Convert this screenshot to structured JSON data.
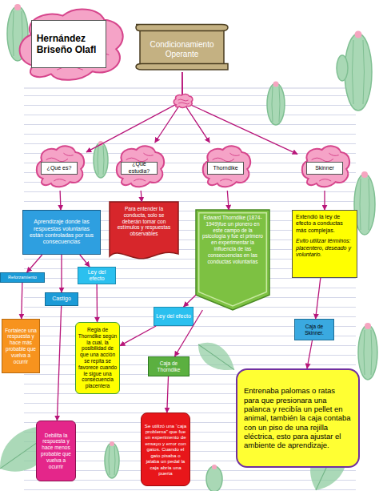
{
  "diagram": {
    "nodes": [
      {
        "text": [
          "Hernández Briseño Olafl"
        ]
      },
      {
        "text": [
          "Condicionamiento Operante"
        ]
      },
      {
        "text": [
          "¿Qué es?"
        ]
      },
      {
        "text": [
          "¿Qué estudia?"
        ]
      },
      {
        "text": [
          "Thorndike"
        ]
      },
      {
        "text": [
          "Skinner"
        ]
      },
      {
        "text": [
          "Aprendizaje donde las respuestas voluntarias están controladas por sus consecuencias"
        ]
      },
      {
        "text": [
          "Para entender la conducta, solo se deberán tomar con estímulos y respuestas observables"
        ]
      },
      {
        "text": [
          "Edward Thorndike (1874-1949)fue un pionero en este campo de la psicología y fue el primero en experimentar la influencia de las consecuencias en las conductas voluntarias"
        ]
      },
      {
        "text": [
          "Extendió la ley de efecto a conductas más complejas.",
          "Evito utilizar términos: placentero, deseado y voluntario."
        ]
      },
      {
        "text": [
          "Reforzamiento"
        ]
      },
      {
        "text": [
          "Castigo"
        ]
      },
      {
        "text": [
          "Ley del efecto"
        ]
      },
      {
        "text": [
          "Ley del efecto"
        ]
      },
      {
        "text": [
          "Fortalece una respuesta y hace más probable que vuelva a ocurrir"
        ]
      },
      {
        "text": [
          "Regla de Thorndike según la cual, la posibilidad de que una acción se repita se favorece cuando le sigue una consecuencia placentera"
        ]
      },
      {
        "text": [
          "Caja de Thorndike"
        ]
      },
      {
        "text": [
          "Caja de Skinner."
        ]
      },
      {
        "text": [
          "Debilita la respuesta y hace menos probable que vuelva a ocurrir"
        ]
      },
      {
        "text": [
          "Se utilizó una “caja problema” que fue un experimento de ensayo y error con gatos. Cuando el gato pisaba o jalaba un pedal la caja abría una puerta"
        ]
      },
      {
        "text": [
          "Entrenaba palomas o ratas para que presionara una palanca y recibía un pellet en animal, también la caja contaba con un piso de una rejilla eléctrica, esto para ajustar el ambiente de aprendizaje."
        ]
      }
    ],
    "edges": [
      {
        "from": 1,
        "to": 2,
        "arrow": "to"
      },
      {
        "from": 1,
        "to": 3,
        "arrow": "to"
      },
      {
        "from": 1,
        "to": 4,
        "arrow": "to"
      },
      {
        "from": 1,
        "to": 5,
        "arrow": "to"
      },
      {
        "from": 2,
        "to": 6,
        "arrow": "to"
      },
      {
        "from": 3,
        "to": 7,
        "arrow": "to"
      },
      {
        "from": 4,
        "to": 8,
        "arrow": "to"
      },
      {
        "from": 5,
        "to": 9,
        "arrow": "to"
      },
      {
        "from": 6,
        "to": 10,
        "arrow": "to"
      },
      {
        "from": 6,
        "to": 11,
        "arrow": "to"
      },
      {
        "from": 6,
        "to": 12,
        "arrow": "to"
      },
      {
        "from": 10,
        "to": 14,
        "arrow": "to"
      },
      {
        "from": 11,
        "to": 18,
        "arrow": "to"
      },
      {
        "from": 12,
        "to": 15,
        "arrow": "to"
      },
      {
        "from": 8,
        "to": 13,
        "arrow": "to"
      },
      {
        "from": 13,
        "to": 15,
        "arrow": "to"
      },
      {
        "from": 8,
        "to": 16,
        "arrow": "to"
      },
      {
        "from": 16,
        "to": 19,
        "arrow": "to"
      },
      {
        "from": 9,
        "to": 17,
        "arrow": "to"
      },
      {
        "from": 17,
        "to": 20,
        "arrow": "to"
      }
    ]
  }
}
